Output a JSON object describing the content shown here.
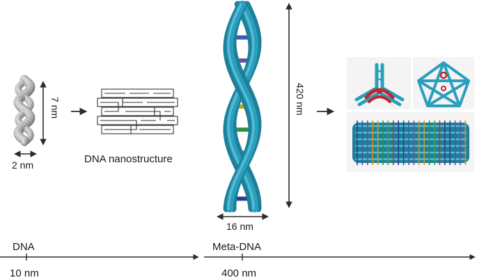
{
  "labels": {
    "dna_height": "7 nm",
    "dna_width": "2 nm",
    "nanostructure": "DNA nanostructure",
    "meta_height": "420 nm",
    "meta_width": "16 nm"
  },
  "scale": {
    "left_title": "DNA",
    "left_tick": "10 nm",
    "right_title": "Meta-DNA",
    "right_tick": "400 nm"
  },
  "colors": {
    "bundle": "#2a9fbd",
    "bundle_dark": "#1d7f9a",
    "bundle_light": "#6fcbe0",
    "accent_red": "#c0282d",
    "arrow": "#2b2b2b",
    "rungs": [
      "#2b3f8f",
      "#3b5bb0",
      "#6b4fa6",
      "#e08a1e",
      "#c8a018",
      "#2e8f4a",
      "#3aa34f",
      "#b23a2a",
      "#2b3f8f"
    ]
  }
}
